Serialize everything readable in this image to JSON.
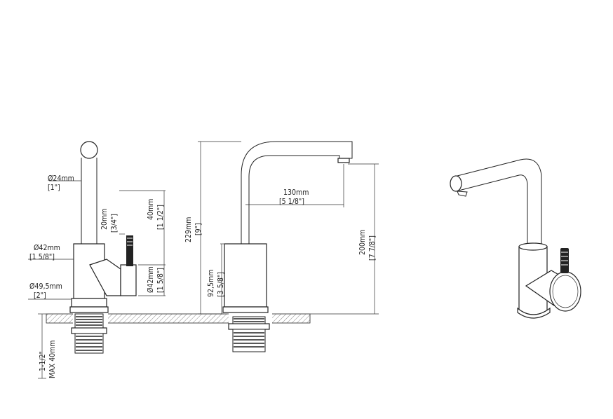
{
  "drawing": {
    "side_view": {
      "diameters": [
        {
          "mm": "Ø24mm",
          "in": "[1\"]"
        },
        {
          "mm": "Ø42mm",
          "in": "[1 5/8\"]"
        },
        {
          "mm": "Ø49,5mm",
          "in": "[2\"]"
        }
      ],
      "handle_length": {
        "mm": "20mm",
        "in": "[3/4\"]"
      },
      "handle_reach": {
        "mm": "40mm",
        "in": "[1 1/2\"]"
      },
      "handle_diameter": {
        "mm": "Ø42mm",
        "in": "[1 5/8\"]"
      },
      "deck": {
        "inch": "1-1/2\"",
        "max": "MAX 40mm"
      }
    },
    "front_view": {
      "total_height": {
        "mm": "229mm",
        "in": "[9\"]"
      },
      "spout_reach": {
        "mm": "130mm",
        "in": "[5 1/8\"]"
      },
      "spout_height": {
        "mm": "200mm",
        "in": "[7 7/8\"]"
      },
      "body_height": {
        "mm": "92,5mm",
        "in": "[3 5/8\"]"
      }
    }
  },
  "colors": {
    "line": "#222222",
    "hatch": "#555555"
  }
}
